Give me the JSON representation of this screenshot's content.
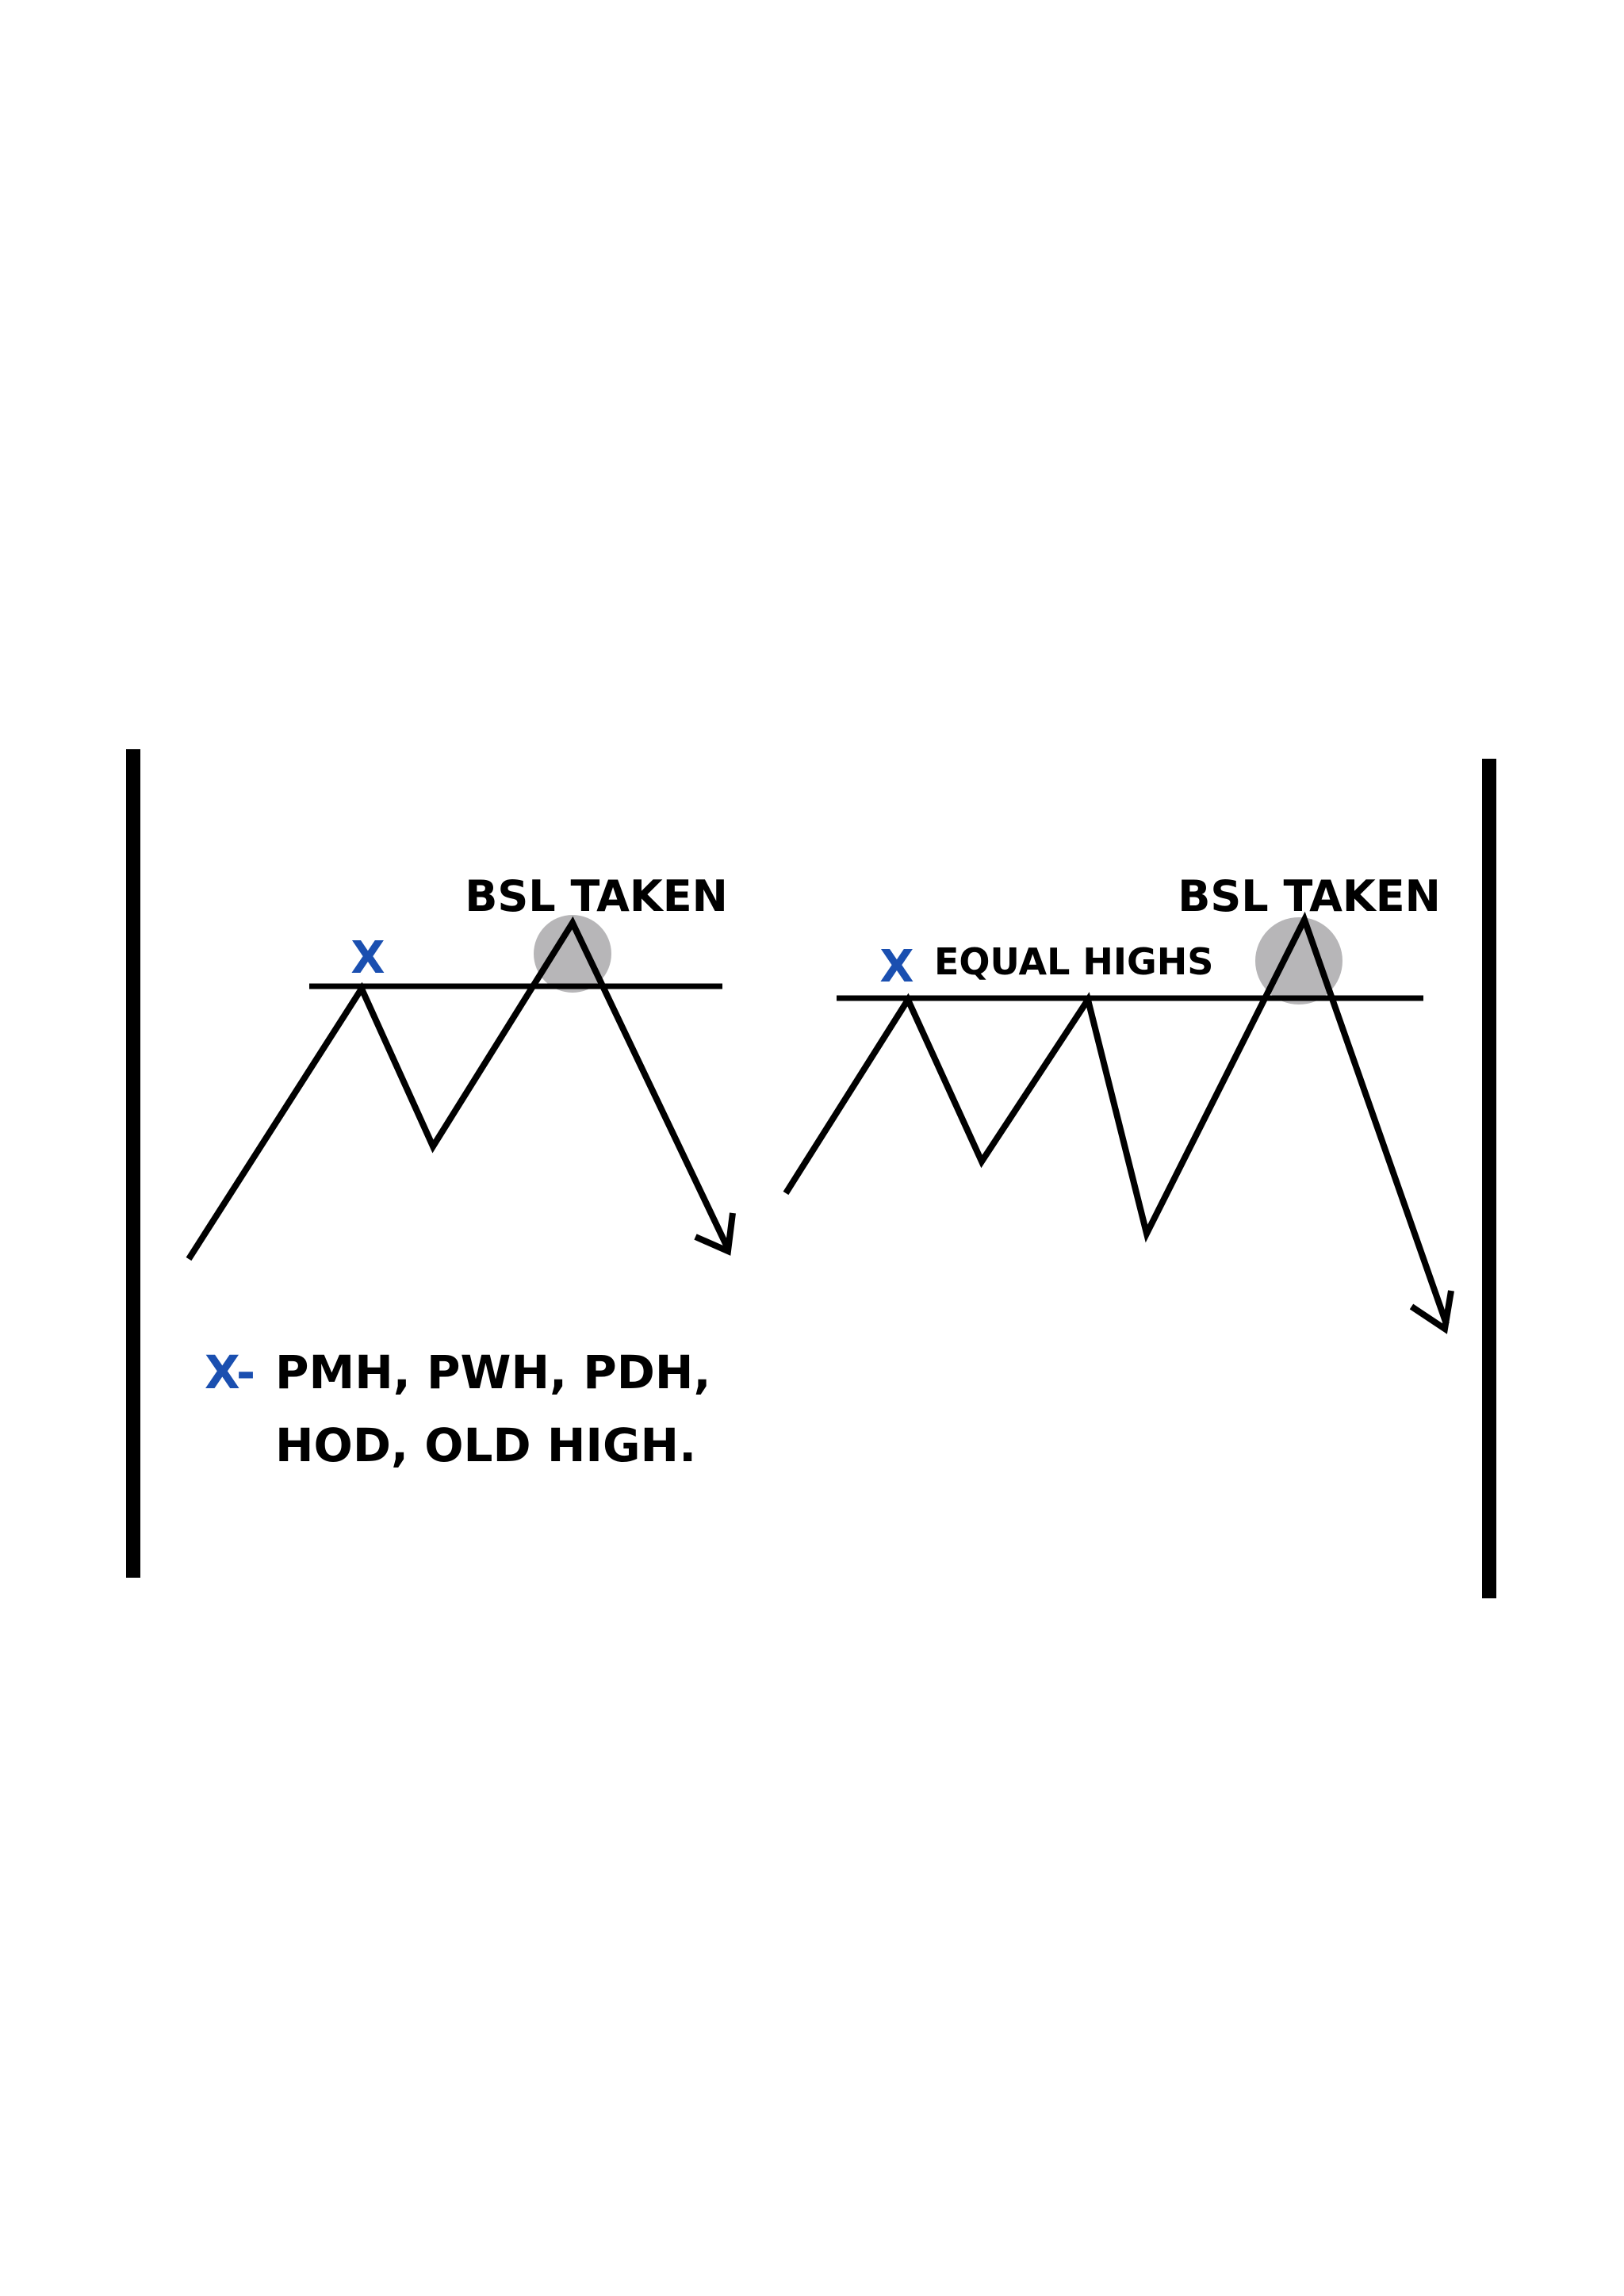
{
  "colors": {
    "ink": "#000000",
    "accent_blue": "#1a4fb0",
    "sweep_circle": "#b7b6b8",
    "background": "#ffffff"
  },
  "left_panel": {
    "marker": "X",
    "bsl_label": "BSL TAKEN",
    "legend": {
      "marker": "X-",
      "line1": "PMH, PWH, PDH,",
      "line2": "HOD, OLD HIGH."
    }
  },
  "right_panel": {
    "marker": "X",
    "level_label": "EQUAL HIGHS",
    "bsl_label": "BSL TAKEN"
  }
}
